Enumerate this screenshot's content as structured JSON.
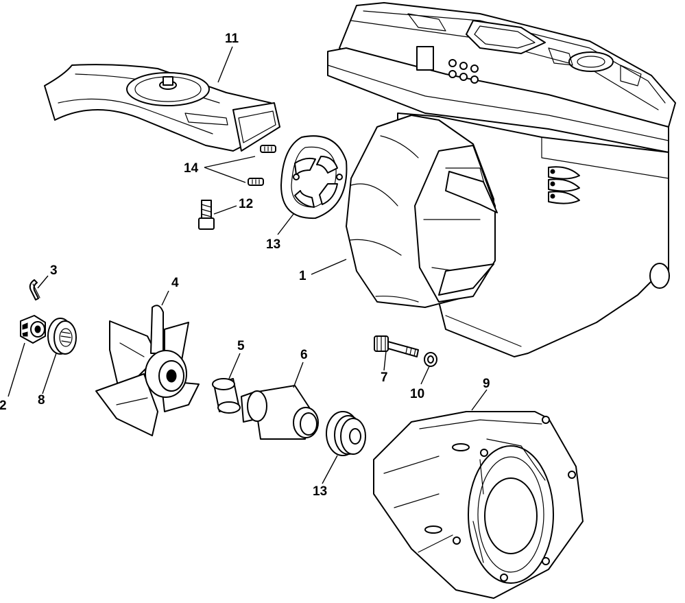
{
  "labels": {
    "p1": "1",
    "p2": "2",
    "p3": "3",
    "p4": "4",
    "p5": "5",
    "p6": "6",
    "p7": "7",
    "p8": "8",
    "p9": "9",
    "p10": "10",
    "p11": "11",
    "p12": "12",
    "p13a": "13",
    "p13b": "13",
    "p14": "14"
  }
}
